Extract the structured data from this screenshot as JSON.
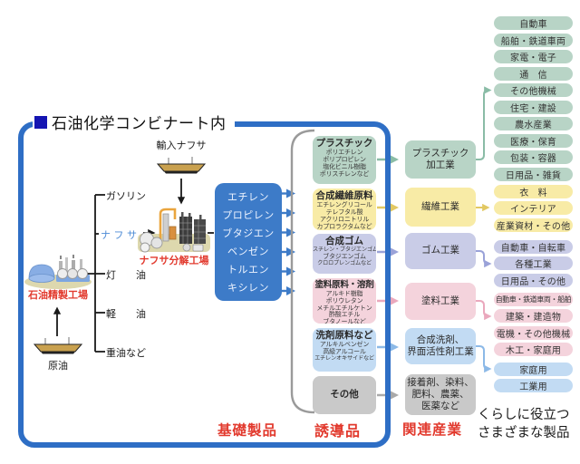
{
  "title": {
    "text": "石油化学コンビナート内"
  },
  "section_labels": {
    "base_products": "基礎製品",
    "derivatives": "誘導品",
    "related_industries": "関連産業",
    "caption": "くらしに役立つ\nさまざまな製品"
  },
  "refinery": {
    "name": "石油精製工場",
    "input_label": "原油",
    "outputs": [
      {
        "text": "ガソリン",
        "highlight": false
      },
      {
        "text": "ナ フ サ",
        "highlight": true
      },
      {
        "text": "灯　　油",
        "highlight": false
      },
      {
        "text": "軽　　油",
        "highlight": false
      },
      {
        "text": "重油など",
        "highlight": false
      }
    ]
  },
  "cracker": {
    "name": "ナフサ分解工場",
    "input_label": "輸入ナフサ"
  },
  "base_chemicals": [
    "エチレン",
    "プロピレン",
    "ブタジエン",
    "ベンゼン",
    "トルエン",
    "キシレン"
  ],
  "derivative_groups": [
    {
      "title": "プラスチック",
      "color": "green",
      "items": [
        "ポリエチレン",
        "ポリプロピレン",
        "塩化ビニル樹脂",
        "ポリスチレンなど"
      ]
    },
    {
      "title": "合成繊維原料",
      "color": "yellow",
      "items": [
        "エチレングリコール",
        "テレフタル酸",
        "アクリロニトリル",
        "カプロラクタムなど"
      ]
    },
    {
      "title": "合成ゴム",
      "color": "purple",
      "items": [
        "スチレン・ブタジエンゴム",
        "ブタジエンゴム",
        "クロロプレンゴムなど"
      ]
    },
    {
      "title": "塗料原料・溶剤",
      "color": "pink",
      "items": [
        "アルキド樹脂",
        "ポリウレタン",
        "メチルエチルケトン",
        "酢酸エチル",
        "ブタノールなど"
      ]
    },
    {
      "title": "洗剤原料など",
      "color": "blue",
      "items": [
        "アルキルベンゼン",
        "高級アルコール",
        "エチレンオキサイドなど"
      ]
    },
    {
      "title": "その他",
      "color": "gray",
      "items": []
    }
  ],
  "industries": [
    {
      "text": "プラスチック\n加工業",
      "color": "green"
    },
    {
      "text": "繊維工業",
      "color": "yellow"
    },
    {
      "text": "ゴム工業",
      "color": "purple"
    },
    {
      "text": "塗料工業",
      "color": "pink"
    },
    {
      "text": "合成洗剤、\n界面活性剤工業",
      "color": "blue"
    },
    {
      "text": "接着剤、染料、\n肥料、農薬、\n医薬など",
      "color": "gray"
    }
  ],
  "product_groups": [
    {
      "color": "green",
      "items": [
        "自動車",
        "船舶・鉄道車両",
        "家電・電子",
        "通　信",
        "その他機械",
        "住宅・建設",
        "農水産業",
        "医療・保育",
        "包装・容器",
        "日用品・雑貨"
      ]
    },
    {
      "color": "yellow",
      "items": [
        "衣　料",
        "インテリア",
        "産業資材・その他"
      ]
    },
    {
      "color": "purple",
      "items": [
        "自動車・自転車",
        "各種工業",
        "日用品・その他"
      ]
    },
    {
      "color": "pink",
      "items": [
        "自動車・鉄道車両・船舶",
        "建築・建造物",
        "電機・その他機械",
        "木工・家庭用"
      ]
    },
    {
      "color": "blue",
      "items": [
        "家庭用",
        "工業用"
      ]
    }
  ],
  "colors": {
    "frame": "#2e6ec5",
    "navy": "#1515b2",
    "chem": "#3d7bc8",
    "red": "#e23a2e",
    "naphtha": "#4d8bd6",
    "ink": "#1a1a1a",
    "bracket": "#9a9a9a",
    "green": "#b8d4c6",
    "green_a": "#8abca6",
    "yellow": "#f8eba6",
    "yellow_a": "#e2c863",
    "purple": "#c9cce7",
    "purple_a": "#9aa2d8",
    "pink": "#f4d3dc",
    "pink_a": "#eaa8bd",
    "blue": "#c2dbf3",
    "blue_a": "#8cb9e7",
    "gray": "#c9c9c9",
    "gray_a": "#a9a9a9"
  }
}
